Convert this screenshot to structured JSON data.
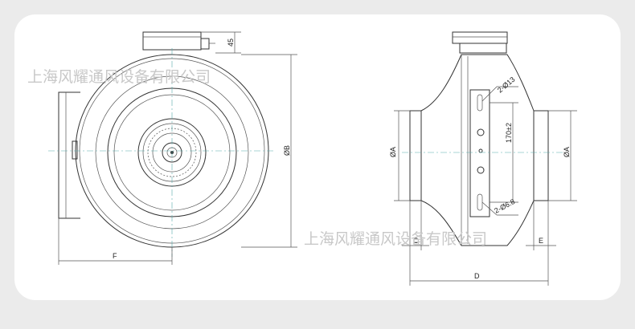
{
  "watermark": {
    "company_top": "上海风耀通风设备有限公司",
    "company_bottom": "上海风耀通风设备有限公司"
  },
  "dimensions": {
    "height_box": "45",
    "dia_b": "ØB",
    "width_f": "F",
    "dia_a_left": "ØA",
    "dia_a_right": "ØA",
    "hole_top": "2-Ø13",
    "hole_bottom": "2-Ø6.8",
    "spacing": "170±2",
    "c": "C",
    "d": "D",
    "e": "E"
  }
}
